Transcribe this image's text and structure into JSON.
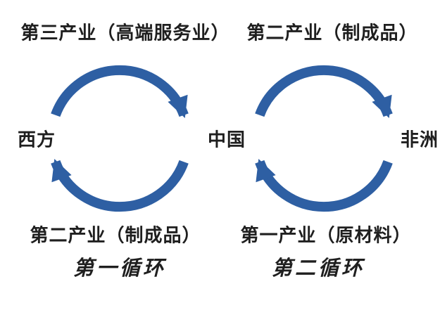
{
  "colors": {
    "arrow": "#2E5FA3",
    "text": "#1f1f1f",
    "background": "#ffffff"
  },
  "diagram": {
    "top_labels": {
      "left": "第三产业（高端服务业）",
      "right": "第二产业（制成品）"
    },
    "nodes": {
      "west": "西方",
      "china": "中国",
      "africa": "非洲"
    },
    "bottom_labels": {
      "left": "第二产业（制成品）",
      "right": "第一产业（原材料）"
    },
    "cycle_labels": {
      "left": "第一循环",
      "right": "第二循环"
    }
  }
}
